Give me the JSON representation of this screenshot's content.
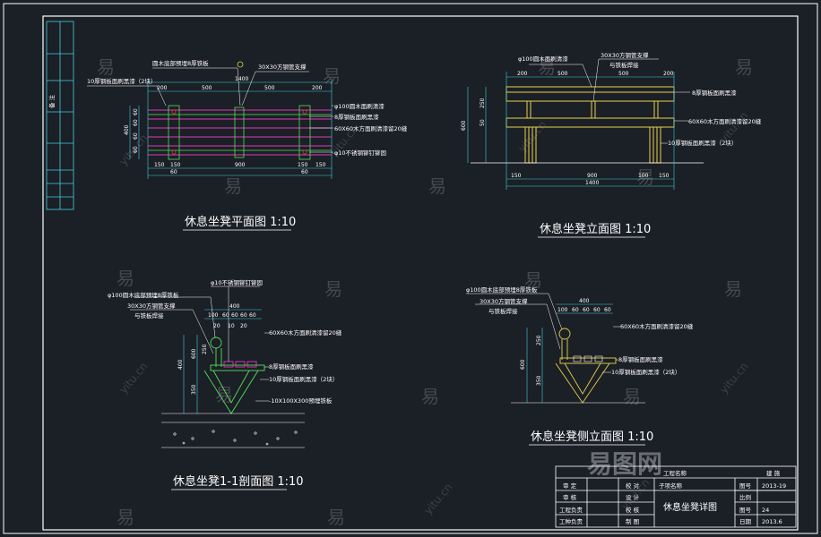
{
  "colors": {
    "background": "#1b1f26",
    "frame": "#ffffff",
    "cyan": "#3fd0e0",
    "green": "#55e05a",
    "yellow": "#e8d24a",
    "magenta": "#e03ab8",
    "red": "#e04040",
    "white": "#ffffff"
  },
  "titles": {
    "plan": "休息坐凳平面图 1:10",
    "elevation": "休息坐凳立面图 1:10",
    "section": "休息坐凳1-1剖面图 1:10",
    "side": "休息坐凳侧立面图 1:10"
  },
  "plan": {
    "notes": [
      "圆木底部预埋8厚铁板",
      "10厚钢板面刷黑漆（2块）",
      "30X30方钢管支撑",
      "φ100圆木面刷清漆",
      "8厚钢板面刷黑漆",
      "60X60木方面刷清漆留20缝",
      "φ10不锈钢铆钉铆固"
    ],
    "dims_top": [
      "1400",
      "200",
      "500",
      "500",
      "200"
    ],
    "dims_bottom": [
      "150",
      "150",
      "900",
      "150",
      "150"
    ],
    "dims_left": [
      "400",
      "60",
      "60",
      "60",
      "60"
    ],
    "dims_ticks": [
      "60",
      "60"
    ]
  },
  "elevation": {
    "notes": [
      "φ100圆木面刷清漆",
      "30X30方钢管支撑",
      "与铁板焊接",
      "8厚钢板面刷黑漆",
      "60X60木方面刷清漆留20缝",
      "10厚钢板面刷黑漆（2块）"
    ],
    "dims_top": [
      "200",
      "500",
      "500",
      "200"
    ],
    "dims_left": [
      "600",
      "250",
      "50"
    ],
    "dims_bottom": [
      "150",
      "900",
      "100",
      "150",
      "1400"
    ]
  },
  "section": {
    "notes": [
      "φ10不锈钢铆钉铆固",
      "φ100圆木底部预埋8厚铁板",
      "30X30方钢管支撑",
      "与铁板焊接",
      "60X60木方面刷清漆留20缝",
      "8厚钢板面刷黑漆",
      "10厚钢板面刷黑漆（2块）",
      "-10X100X300预埋铁板"
    ],
    "dims_top": [
      "400",
      "100",
      "60",
      "60",
      "60",
      "60",
      "20",
      "10",
      "20"
    ],
    "dims_left": [
      "400",
      "600",
      "350",
      "250"
    ]
  },
  "side": {
    "notes": [
      "φ100圆木底部预埋8厚铁板",
      "30X30方钢管支撑",
      "与铁板焊接",
      "60X60木方面刷清漆留20缝",
      "8厚钢板面刷黑漆",
      "10厚钢板面刷黑漆（2块）"
    ],
    "dims_top": [
      "400",
      "100",
      "60",
      "60",
      "60",
      "60"
    ],
    "dims_left": [
      "600",
      "250",
      "350"
    ]
  },
  "titleblock": {
    "project_label": "工程名称",
    "sub_label": "子项名称",
    "drawing_title": "休息坐凳详图",
    "rows_left": [
      "审 定",
      "审 核",
      "工程负责",
      "工种负责"
    ],
    "rows_mid": [
      "校 对",
      "设 计",
      "校 核",
      "制 图"
    ],
    "right_labels": [
      "图号",
      "比例",
      "图号",
      "日期"
    ],
    "right_values": [
      "2013-19",
      "",
      "24",
      "2013.6"
    ],
    "extra": [
      "建 施"
    ]
  },
  "left_strip": [
    "备 注"
  ],
  "watermarks": [
    "易",
    "yitu.cn",
    "易图网"
  ]
}
